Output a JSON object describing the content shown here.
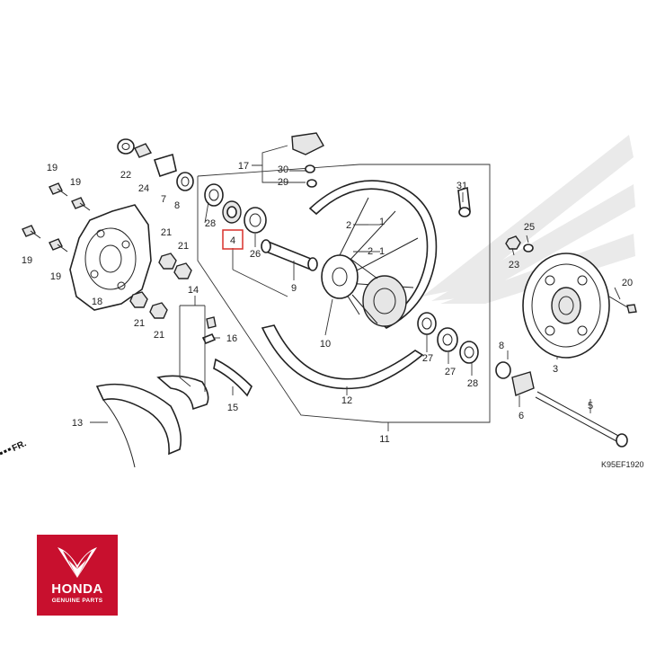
{
  "diagram_code": "K95EF1920",
  "direction_label": "FR.",
  "highlighted_part": "4",
  "logo": {
    "brand": "HONDA",
    "subtitle": "GENUINE PARTS"
  },
  "callouts": {
    "c1a": "1",
    "c1b": "1",
    "c2a": "2",
    "c2b": "2",
    "c3": "3",
    "c4": "4",
    "c5": "5",
    "c6": "6",
    "c7": "7",
    "c8a": "8",
    "c8b": "8",
    "c9": "9",
    "c10": "10",
    "c11": "11",
    "c12": "12",
    "c13": "13",
    "c14": "14",
    "c15": "15",
    "c16": "16",
    "c17": "17",
    "c18": "18",
    "c19a": "19",
    "c19b": "19",
    "c19c": "19",
    "c19d": "19",
    "c20": "20",
    "c21a": "21",
    "c21b": "21",
    "c21c": "21",
    "c21d": "21",
    "c22": "22",
    "c23": "23",
    "c24": "24",
    "c25": "25",
    "c26": "26",
    "c27a": "27",
    "c27b": "27",
    "c28a": "28",
    "c28b": "28",
    "c29": "29",
    "c30": "30",
    "c31": "31"
  }
}
